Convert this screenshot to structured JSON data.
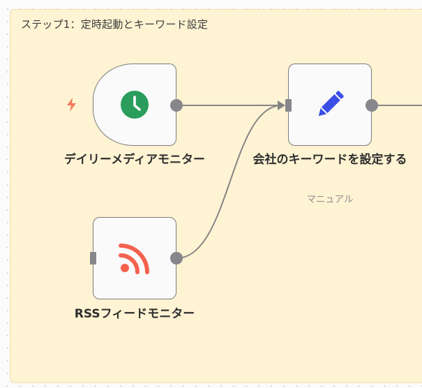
{
  "sticky": {
    "title": "ステップ1：定時起動とキーワード設定"
  },
  "nodes": {
    "daily_monitor": {
      "label": "デイリーメディアモニター",
      "icon": "clock-icon",
      "trigger_icon": "lightning-bolt-icon"
    },
    "keyword": {
      "label": "会社のキーワードを設定する",
      "sublabel": "マニュアル",
      "icon": "pencil-icon"
    },
    "rss": {
      "label": "RSSフィードモニター",
      "icon": "rss-icon"
    }
  },
  "colors": {
    "sticky_bg": "#fef3d3",
    "clock_green": "#2a9d5c",
    "pencil_blue": "#3b4ee6",
    "rss_orange": "#f4624d",
    "bolt_orange": "#f27a5c",
    "connector_gray": "#86868b"
  }
}
